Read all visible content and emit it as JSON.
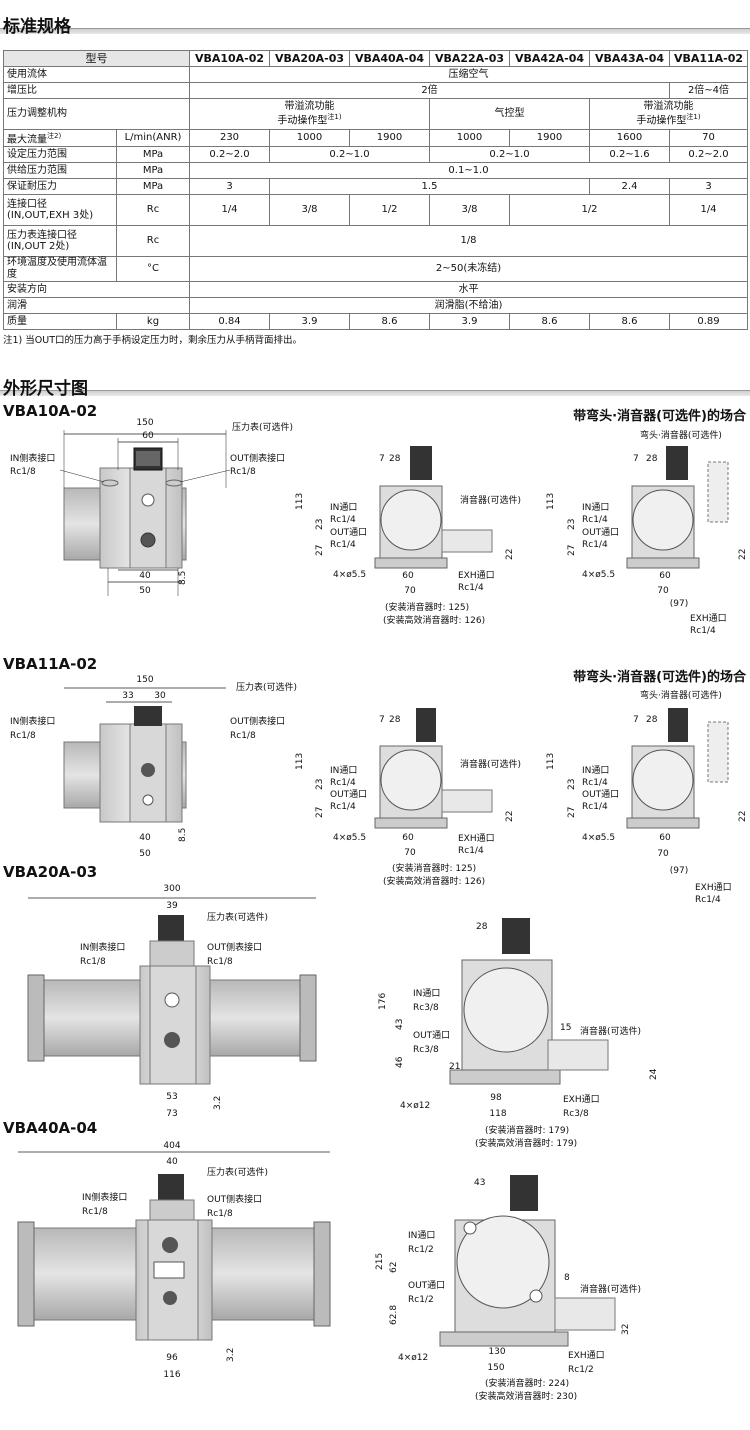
{
  "spec_section": {
    "title": "标准规格"
  },
  "spec": {
    "header": [
      "型号",
      "VBA10A-02",
      "VBA20A-03",
      "VBA40A-04",
      "VBA22A-03",
      "VBA42A-04",
      "VBA43A-04",
      "VBA11A-02"
    ],
    "fluid": {
      "label": "使用流体",
      "value": "压缩空气"
    },
    "ratio": {
      "label": "增压比",
      "v1": "2倍",
      "v2": "2倍~4倍"
    },
    "mechanism": {
      "label": "压力调整机构",
      "v1": "带溢流功能\n手动操作型",
      "v1_sup": "注1)",
      "v2": "气控型",
      "v3": "带溢流功能\n手动操作型",
      "v3_sup": "注1)"
    },
    "maxflow": {
      "label": "最大流量",
      "sup": "注2)",
      "unit": "L/min(ANR)",
      "values": [
        "230",
        "1000",
        "1900",
        "1000",
        "1900",
        "1600",
        "70"
      ]
    },
    "setrange": {
      "label": "设定压力范围",
      "unit": "MPa",
      "v1": "0.2~2.0",
      "v2": "0.2~1.0",
      "v3": "0.2~1.0",
      "v4": "0.2~1.6",
      "v5": "0.2~2.0"
    },
    "supply": {
      "label": "供给压力范围",
      "unit": "MPa",
      "value": "0.1~1.0"
    },
    "proof": {
      "label": "保证耐压力",
      "unit": "MPa",
      "v1": "3",
      "v2": "1.5",
      "v3": "2.4",
      "v4": "3"
    },
    "port": {
      "label1": "连接口径",
      "label2": "(IN,OUT,EXH 3处)",
      "unit": "Rc",
      "values": [
        "1/4",
        "3/8",
        "1/2",
        "3/8",
        "1/2",
        "1/4"
      ]
    },
    "gaugeport": {
      "label1": "压力表连接口径",
      "label2": "(IN,OUT 2处)",
      "unit": "Rc",
      "value": "1/8"
    },
    "temp": {
      "label": "环境温度及使用流体温度",
      "unit": "°C",
      "value": "2~50(未冻结)"
    },
    "mount": {
      "label": "安装方向",
      "value": "水平"
    },
    "lube": {
      "label": "润滑",
      "value": "润滑脂(不给油)"
    },
    "mass": {
      "label": "质量",
      "unit": "kg",
      "values": [
        "0.84",
        "3.9",
        "8.6",
        "3.9",
        "8.6",
        "8.6",
        "0.89"
      ]
    },
    "note": "注1) 当OUT口的压力高于手柄设定压力时，剩余压力从手柄背面排出。"
  },
  "dim_section": {
    "title": "外形尺寸图"
  },
  "labels": {
    "gauge": "压力表(可选件)",
    "in_gauge": "IN侧表接口",
    "out_gauge": "OUT侧表接口",
    "in_port": "IN通口",
    "out_port": "OUT通口",
    "exh_port": "EXH通口",
    "silencer": "消音器(可选件)",
    "elbow_silencer": "弯头·消音器(可选件)",
    "with_silencer": "(安装消音器时: 125)",
    "with_hi_silencer": "(安装高效消音器时: 126)",
    "option_title": "带弯头·消音器(可选件)的场合"
  },
  "vba10": {
    "model": "VBA10A-02",
    "front": {
      "d150": "150",
      "d60": "60",
      "d40": "40",
      "d50": "50",
      "d85": "8.5",
      "rc": "Rc1/8"
    },
    "side": {
      "d7": "7",
      "d28": "28",
      "d113": "113",
      "d23": "23",
      "d27": "27",
      "d22": "22",
      "d60": "60",
      "d70": "70",
      "holes": "4×ø5.5",
      "rc_in": "Rc1/4",
      "rc_out": "Rc1/4",
      "rc_exh": "Rc1/4"
    },
    "opt": {
      "d7": "7",
      "d28": "28",
      "d113": "113",
      "d23": "23",
      "d27": "27",
      "d22": "22",
      "d60": "60",
      "d70": "70",
      "d97": "(97)",
      "holes": "4×ø5.5",
      "rc": "Rc1/4"
    }
  },
  "vba11": {
    "model": "VBA11A-02",
    "front": {
      "d150": "150",
      "d33": "33",
      "d30": "30",
      "d40": "40",
      "d50": "50",
      "d85": "8.5",
      "rc": "Rc1/8"
    },
    "side": {
      "d7": "7",
      "d28": "28",
      "d113": "113",
      "d23": "23",
      "d27": "27",
      "d22": "22",
      "d60": "60",
      "d70": "70",
      "holes": "4×ø5.5",
      "rc": "Rc1/4"
    },
    "opt": {
      "d7": "7",
      "d28": "28",
      "d113": "113",
      "d23": "23",
      "d27": "27",
      "d22": "22",
      "d60": "60",
      "d70": "70",
      "d97": "(97)",
      "holes": "4×ø5.5",
      "rc": "Rc1/4"
    }
  },
  "vba20": {
    "model": "VBA20A-03",
    "front": {
      "d300": "300",
      "d39": "39",
      "d53": "53",
      "d73": "73",
      "d32": "3.2",
      "rc": "Rc1/8"
    },
    "side": {
      "d28": "28",
      "d176": "176",
      "d43": "43",
      "d46": "46",
      "d21": "21",
      "d15": "15",
      "d24": "24",
      "d98": "98",
      "d118": "118",
      "holes": "4×ø12",
      "rc": "Rc3/8",
      "s1": "(安装消音器时: 179)",
      "s2": "(安装高效消音器时: 179)"
    }
  },
  "vba40": {
    "model": "VBA40A-04",
    "front": {
      "d404": "404",
      "d40": "40",
      "d96": "96",
      "d116": "116",
      "d32": "3.2",
      "rc": "Rc1/8"
    },
    "side": {
      "d43": "43",
      "d215": "215",
      "d62": "62",
      "d628": "62.8",
      "d8": "8",
      "d32": "32",
      "d130": "130",
      "d150": "150",
      "holes": "4×ø12",
      "rc": "Rc1/2",
      "s1": "(安装消音器时: 224)",
      "s2": "(安装高效消音器时: 230)"
    }
  }
}
